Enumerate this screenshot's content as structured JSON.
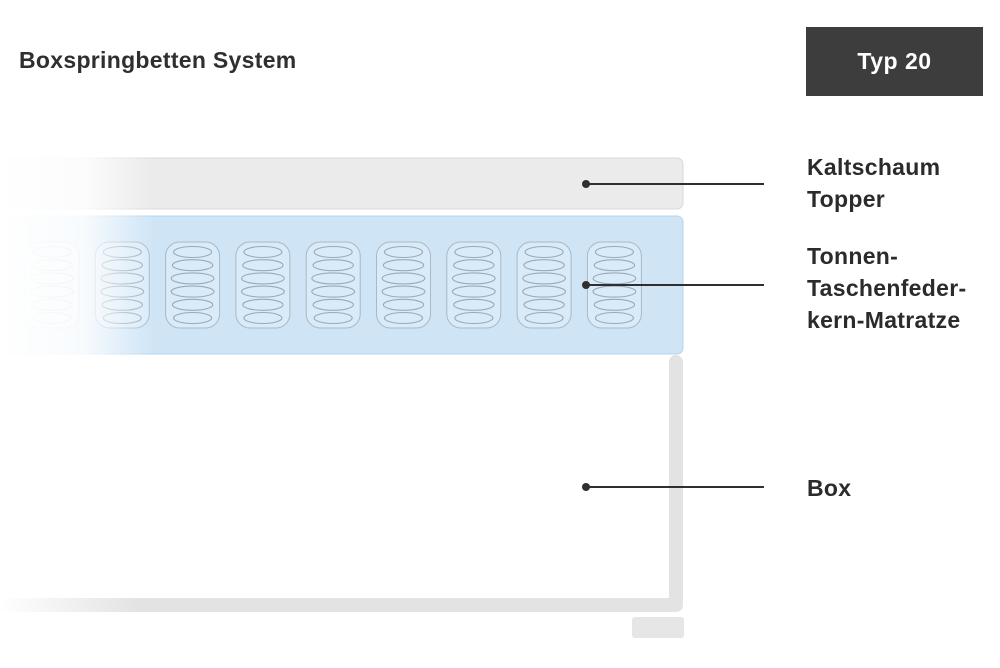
{
  "header": {
    "title": "Boxspringbetten System",
    "type_badge": "Typ 20"
  },
  "colors": {
    "badge_background": "#3d3d3d",
    "topper_fill": "#ebebeb",
    "mattress_fill": "#cfe5f6",
    "box_frame": "#e3e3e3",
    "leader_line": "#2f2f2f"
  },
  "layers": [
    {
      "id": "topper",
      "lines": [
        "Kaltschaum",
        "Topper"
      ]
    },
    {
      "id": "mattress",
      "lines": [
        "Tonnen-",
        "Taschenfeder-",
        "kern-Matratze"
      ]
    },
    {
      "id": "box",
      "lines": [
        "Box"
      ]
    }
  ],
  "mattress": {
    "visible_springs": 9
  }
}
